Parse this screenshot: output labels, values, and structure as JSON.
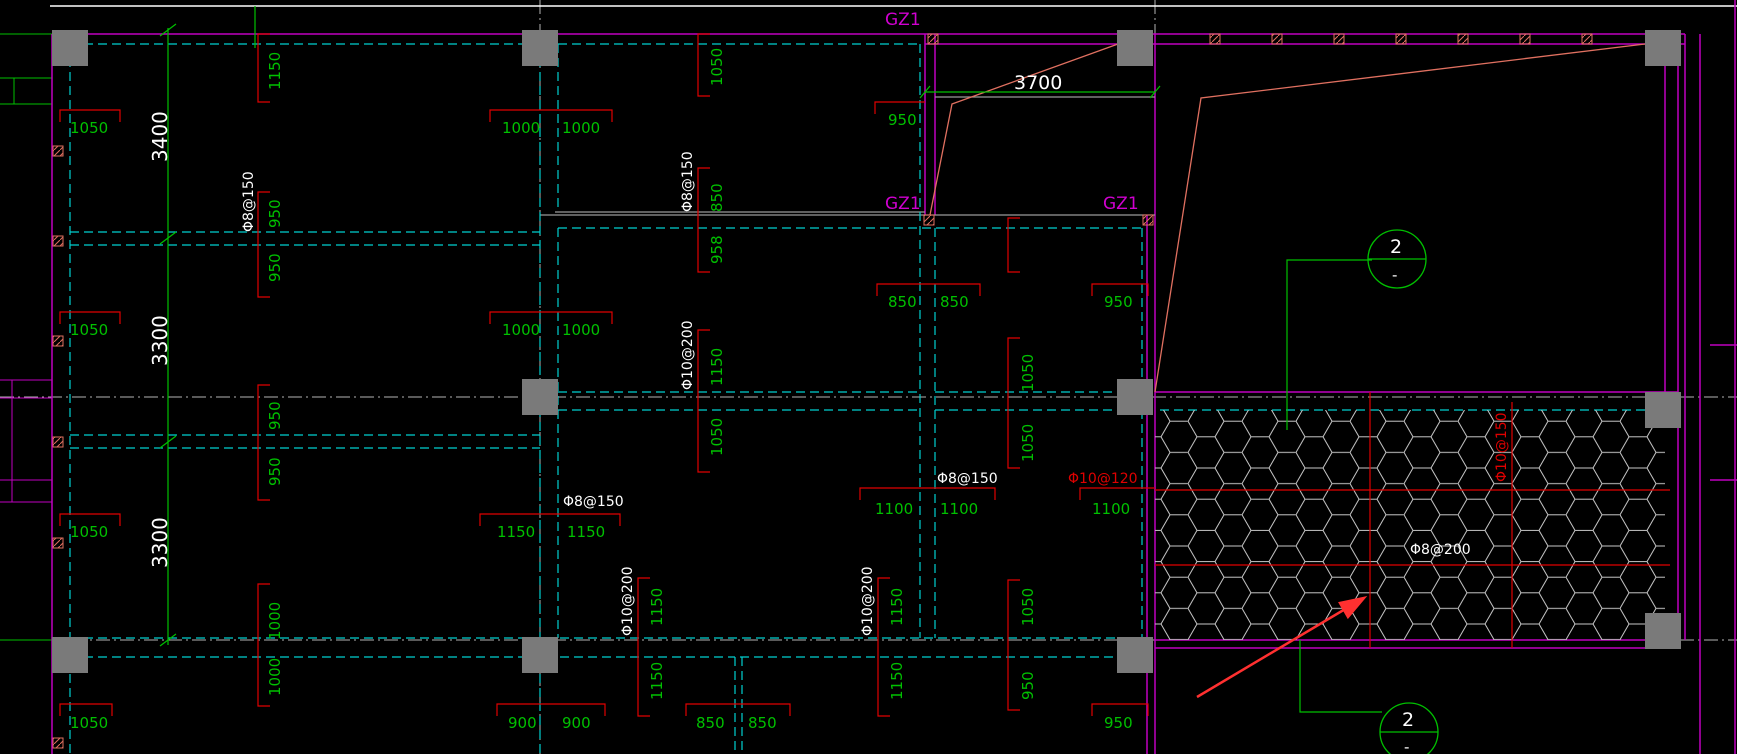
{
  "colors": {
    "background": "#000000",
    "grid_line": "#ffffff",
    "wall": "#c000c0",
    "wall_label": "#d000d0",
    "beam_dash": "#00d0d0",
    "dimension": "#00c000",
    "rebar_red": "#e00000",
    "slope_line": "#e07060",
    "column": "#7a7a7a",
    "hatch": "#c8c8c8",
    "white_text": "#ffffff",
    "arrow": "#ff3030"
  },
  "labels": {
    "gz1_top": "GZ1",
    "gz1_mid_left": "GZ1",
    "gz1_mid_right": "GZ1",
    "dim_3400": "3400",
    "dim_3300_a": "3300",
    "dim_3300_b": "3300",
    "dim_3700": "3700",
    "section_num_a": "2",
    "section_sub_a": "-",
    "section_num_b": "2",
    "section_sub_b": "-"
  },
  "rebar": [
    "Φ8@150",
    "Φ8@150",
    "Φ10@200",
    "Φ8@150",
    "Φ8@150",
    "Φ10@120",
    "Φ10@150",
    "Φ8@200",
    "Φ10@200",
    "Φ10@200"
  ],
  "bars": [
    "1050",
    "1150",
    "1000",
    "1000",
    "1050",
    "950",
    "950",
    "950",
    "850",
    "850",
    "850",
    "958",
    "950",
    "1050",
    "1000",
    "1000",
    "1150",
    "1050",
    "950",
    "1050",
    "1150",
    "950",
    "1150",
    "1150",
    "1100",
    "1100",
    "1100",
    "1050",
    "1050",
    "1000",
    "1150",
    "1150",
    "1050",
    "1000",
    "950",
    "900",
    "900",
    "850",
    "850",
    "1150",
    "1050",
    "950"
  ]
}
